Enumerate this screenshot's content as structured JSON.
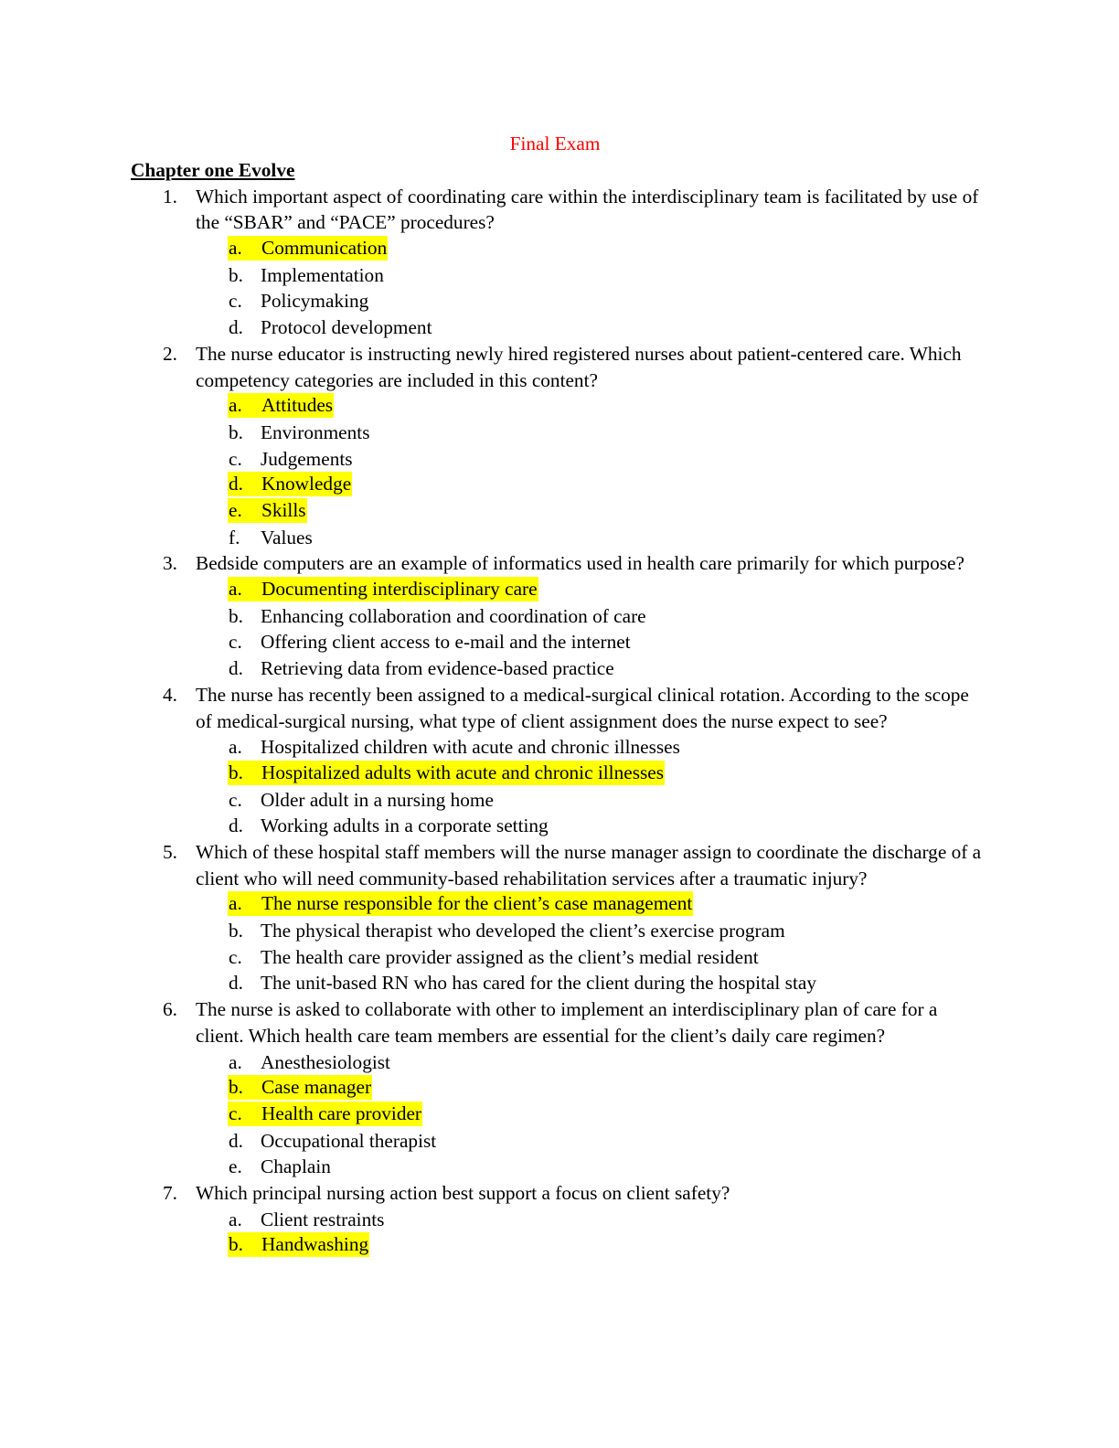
{
  "doc": {
    "title": "Final Exam",
    "chapter": "Chapter one Evolve",
    "highlight_color": "#ffff00",
    "title_color": "#ff0000"
  },
  "questions": [
    {
      "num": "1.",
      "text": "Which important aspect of coordinating care within the interdisciplinary team is facilitated by use of the “SBAR” and “PACE” procedures?",
      "options": [
        {
          "letter": "a.",
          "text": "Communication",
          "highlighted": true
        },
        {
          "letter": "b.",
          "text": "Implementation",
          "highlighted": false
        },
        {
          "letter": "c.",
          "text": "Policymaking",
          "highlighted": false
        },
        {
          "letter": "d.",
          "text": "Protocol development",
          "highlighted": false
        }
      ]
    },
    {
      "num": "2.",
      "text": "The nurse educator is instructing newly hired registered nurses about patient-centered care. Which competency categories are included in this content?",
      "options": [
        {
          "letter": "a.",
          "text": "Attitudes",
          "highlighted": true
        },
        {
          "letter": "b.",
          "text": "Environments",
          "highlighted": false
        },
        {
          "letter": "c.",
          "text": "Judgements",
          "highlighted": false
        },
        {
          "letter": "d.",
          "text": "Knowledge",
          "highlighted": true
        },
        {
          "letter": "e.",
          "text": "Skills",
          "highlighted": true
        },
        {
          "letter": "f.",
          "text": "Values",
          "highlighted": false
        }
      ]
    },
    {
      "num": "3.",
      "text": "Bedside computers are an example of informatics used in health care primarily for which purpose?",
      "options": [
        {
          "letter": "a.",
          "text": "Documenting interdisciplinary care",
          "highlighted": true
        },
        {
          "letter": "b.",
          "text": "Enhancing collaboration and coordination of care",
          "highlighted": false
        },
        {
          "letter": "c.",
          "text": "Offering client access to e-mail and the internet",
          "highlighted": false
        },
        {
          "letter": "d.",
          "text": "Retrieving data from evidence-based practice",
          "highlighted": false
        }
      ]
    },
    {
      "num": "4.",
      "text": "The nurse has recently been assigned to a medical-surgical clinical rotation. According to the scope of medical-surgical nursing, what type of client assignment does the nurse expect to see?",
      "options": [
        {
          "letter": "a.",
          "text": "Hospitalized children with acute and chronic illnesses",
          "highlighted": false
        },
        {
          "letter": "b.",
          "text": "Hospitalized adults with acute and chronic illnesses",
          "highlighted": true
        },
        {
          "letter": "c.",
          "text": "Older adult in a nursing home",
          "highlighted": false
        },
        {
          "letter": "d.",
          "text": "Working adults in a corporate setting",
          "highlighted": false
        }
      ]
    },
    {
      "num": "5.",
      "text": "Which of these hospital staff members will the nurse manager assign to coordinate the discharge of a client who will need community-based rehabilitation services after a traumatic injury?",
      "options": [
        {
          "letter": "a.",
          "text": "The nurse responsible for the client’s case management",
          "highlighted": true
        },
        {
          "letter": "b.",
          "text": "The physical therapist who developed the client’s exercise program",
          "highlighted": false
        },
        {
          "letter": "c.",
          "text": "The health care provider assigned as the client’s medial resident",
          "highlighted": false
        },
        {
          "letter": "d.",
          "text": "The unit-based RN who has cared for the client during the hospital stay",
          "highlighted": false
        }
      ]
    },
    {
      "num": "6.",
      "text": "The nurse is asked to collaborate with other to implement an interdisciplinary plan of care for a client. Which health care team members are essential for the client’s daily care regimen?",
      "options": [
        {
          "letter": "a.",
          "text": "Anesthesiologist",
          "highlighted": false
        },
        {
          "letter": "b.",
          "text": "Case manager",
          "highlighted": true
        },
        {
          "letter": "c.",
          "text": "Health care provider",
          "highlighted": true
        },
        {
          "letter": "d.",
          "text": "Occupational therapist",
          "highlighted": false
        },
        {
          "letter": "e.",
          "text": "Chaplain",
          "highlighted": false
        }
      ]
    },
    {
      "num": "7.",
      "text": "Which principal nursing action best support a focus on client safety?",
      "options": [
        {
          "letter": "a.",
          "text": "Client restraints",
          "highlighted": false
        },
        {
          "letter": "b.",
          "text": "Handwashing",
          "highlighted": true
        }
      ]
    }
  ]
}
